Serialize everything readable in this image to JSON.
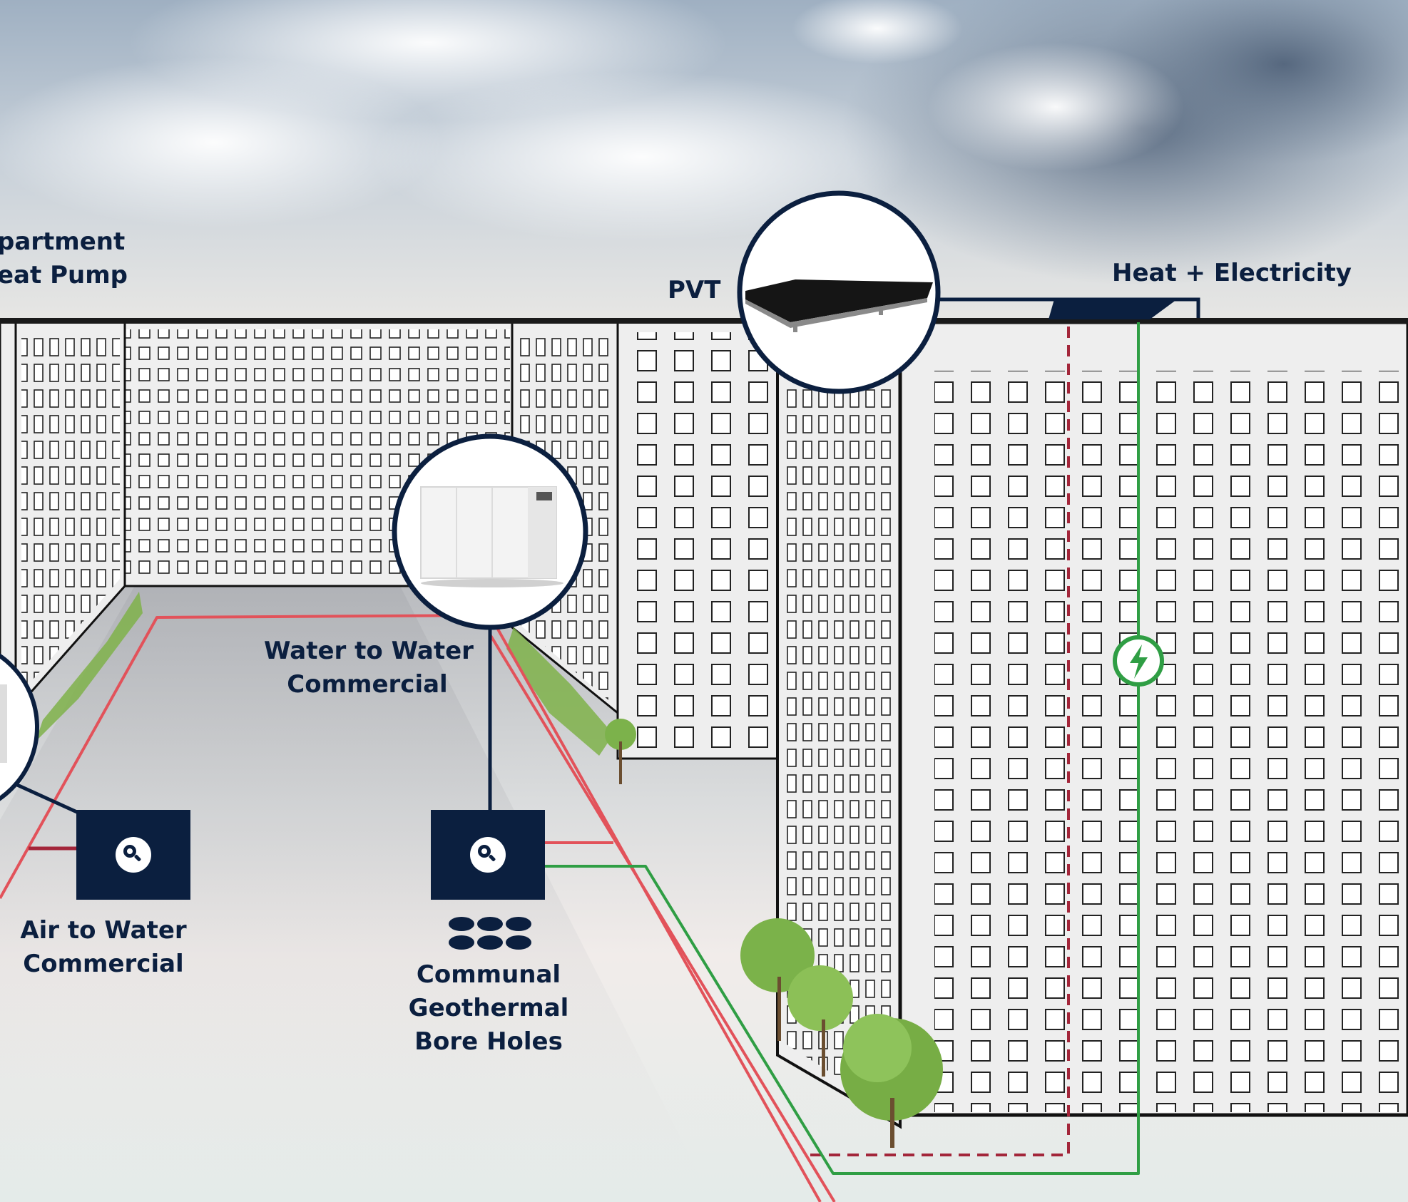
{
  "labels": {
    "apartment_line1": "partment",
    "apartment_line2": "eat Pump",
    "pvt": "PVT",
    "heat_electricity": "Heat + Electricity",
    "water_to_water_line1": "Water to Water",
    "water_to_water_line2": "Commercial",
    "air_to_water_line1": "Air to Water",
    "air_to_water_line2": "Commercial",
    "geothermal_line1": "Communal",
    "geothermal_line2": "Geothermal",
    "geothermal_line3": "Bore Holes"
  },
  "colors": {
    "navy": "#0b1f3f",
    "heat_red": "#e2525a",
    "dashed_red": "#a3263a",
    "electric_green": "#2f9e44",
    "building_fill": "#eeeeee",
    "ground": "#e8ecec"
  },
  "icons": {
    "electricity": "lightning-bolt-icon",
    "hotspot": "magnifier-icon",
    "bore_holes": "bore-holes-icon"
  }
}
